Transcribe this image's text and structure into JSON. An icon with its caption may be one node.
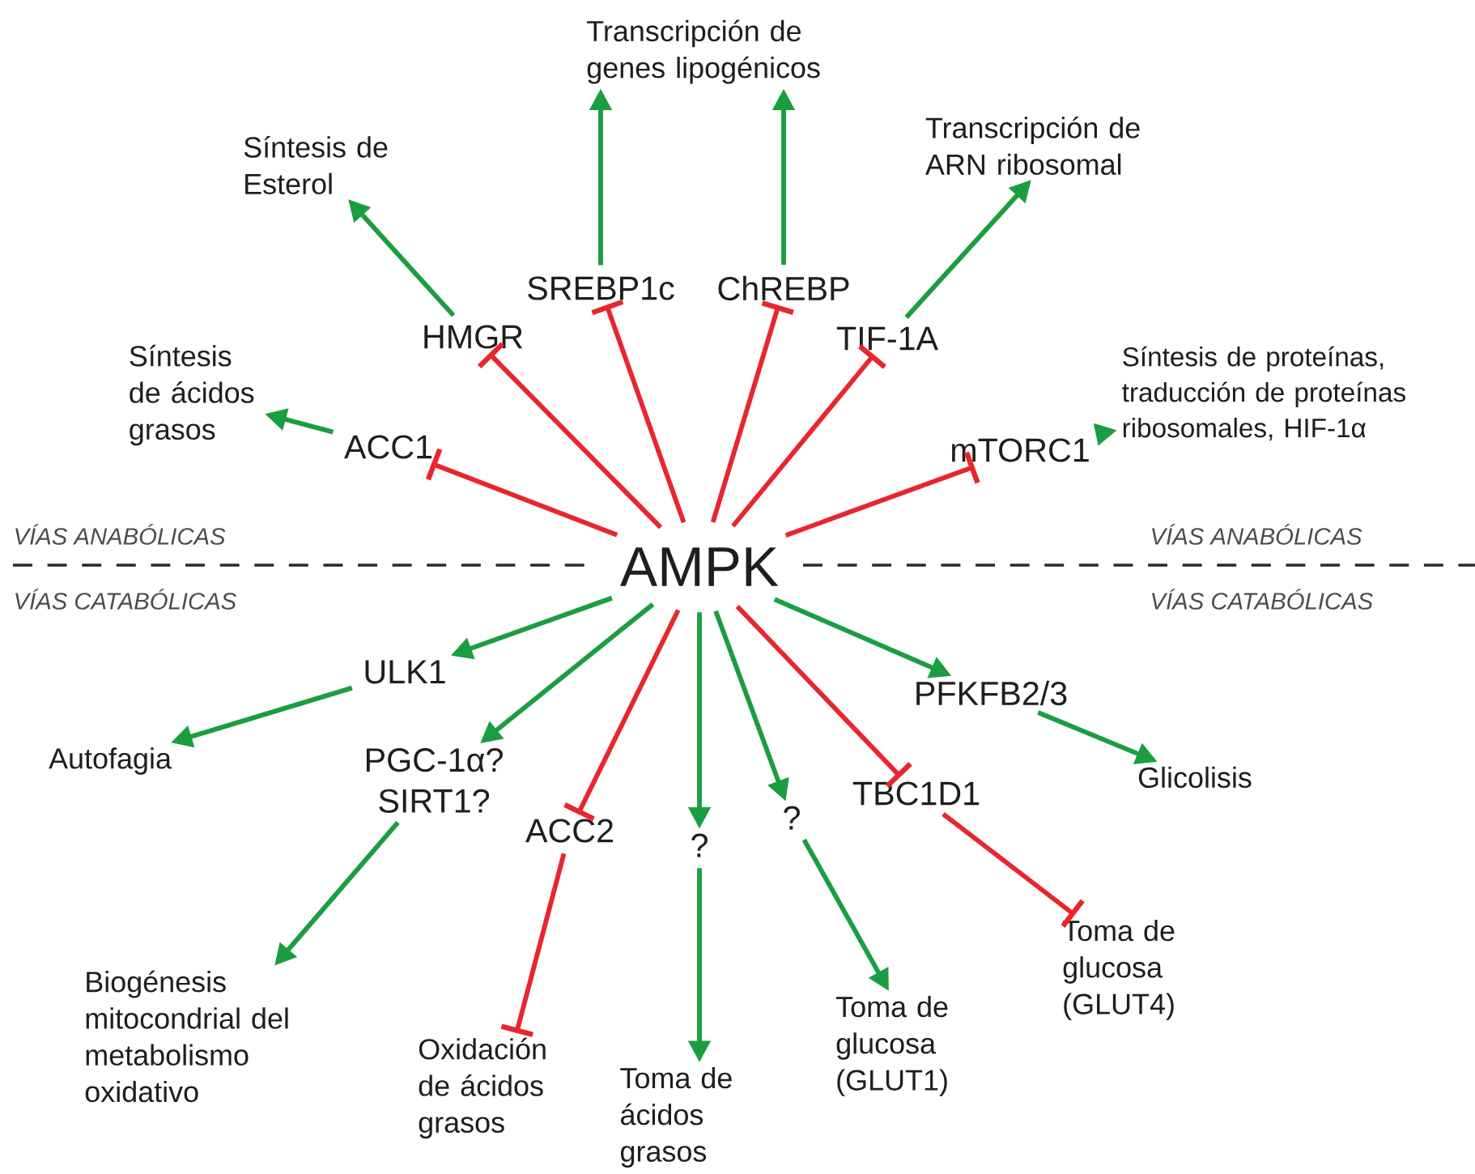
{
  "diagram": {
    "nodes": [
      {
        "text": [
          "AMPK"
        ]
      },
      {
        "text": [
          "ACC1"
        ]
      },
      {
        "text": [
          "HMGR"
        ]
      },
      {
        "text": [
          "SREBP1c"
        ]
      },
      {
        "text": [
          "ChREBP"
        ]
      },
      {
        "text": [
          "TIF-1A"
        ]
      },
      {
        "text": [
          "mTORC1"
        ]
      },
      {
        "text": [
          "Síntesis de ácidos grasos"
        ]
      },
      {
        "text": [
          "Síntesis de Esterol"
        ]
      },
      {
        "text": [
          "Transcripción de genes lipogénicos"
        ]
      },
      {
        "text": [
          "Transcripción de ARN ribosomal"
        ]
      },
      {
        "text": [
          "Síntesis de proteínas, traducción de proteínas ribosomales, HIF-1α"
        ]
      },
      {
        "text": [
          "ULK1"
        ]
      },
      {
        "text": [
          "Autofagia"
        ]
      },
      {
        "text": [
          "PGC-1α? SIRT1?"
        ]
      },
      {
        "text": [
          "ACC2"
        ]
      },
      {
        "text": [
          "?"
        ]
      },
      {
        "text": [
          "?"
        ]
      },
      {
        "text": [
          "TBC1D1"
        ]
      },
      {
        "text": [
          "PFKFB2/3"
        ]
      },
      {
        "text": [
          "Glicolisis"
        ]
      },
      {
        "text": [
          "Biogénesis mitocondrial del metabolismo oxidativo"
        ]
      },
      {
        "text": [
          "Oxidación de ácidos grasos"
        ]
      },
      {
        "text": [
          "Toma de ácidos grasos"
        ]
      },
      {
        "text": [
          "Toma de glucosa (GLUT1)"
        ]
      },
      {
        "text": [
          "Toma de glucosa (GLUT4)"
        ]
      }
    ],
    "edges": [
      {
        "from": 0,
        "to": 1,
        "arrow": "other",
        "color": "#e8262d"
      },
      {
        "from": 0,
        "to": 2,
        "arrow": "other",
        "color": "#e8262d"
      },
      {
        "from": 0,
        "to": 3,
        "arrow": "other",
        "color": "#e8262d"
      },
      {
        "from": 0,
        "to": 4,
        "arrow": "other",
        "color": "#e8262d"
      },
      {
        "from": 0,
        "to": 5,
        "arrow": "other",
        "color": "#e8262d"
      },
      {
        "from": 0,
        "to": 6,
        "arrow": "other",
        "color": "#e8262d"
      },
      {
        "from": 1,
        "to": 7,
        "arrow": "to"
      },
      {
        "from": 2,
        "to": 8,
        "arrow": "to"
      },
      {
        "from": 3,
        "to": 9,
        "arrow": "to"
      },
      {
        "from": 4,
        "to": 9,
        "arrow": "to"
      },
      {
        "from": 5,
        "to": 10,
        "arrow": "to"
      },
      {
        "from": 6,
        "to": 11,
        "arrow": "to"
      },
      {
        "from": 0,
        "to": 12,
        "arrow": "to"
      },
      {
        "from": 12,
        "to": 13,
        "arrow": "to"
      },
      {
        "from": 0,
        "to": 14,
        "arrow": "to"
      },
      {
        "from": 14,
        "to": 21,
        "arrow": "to"
      },
      {
        "from": 0,
        "to": 15,
        "arrow": "other",
        "color": "#e8262d"
      },
      {
        "from": 15,
        "to": 22,
        "arrow": "other",
        "color": "#e8262d"
      },
      {
        "from": 0,
        "to": 16,
        "arrow": "to"
      },
      {
        "from": 16,
        "to": 23,
        "arrow": "to"
      },
      {
        "from": 0,
        "to": 17,
        "arrow": "to"
      },
      {
        "from": 17,
        "to": 24,
        "arrow": "to"
      },
      {
        "from": 0,
        "to": 18,
        "arrow": "other",
        "color": "#e8262d"
      },
      {
        "from": 18,
        "to": 25,
        "arrow": "other",
        "color": "#e8262d"
      },
      {
        "from": 0,
        "to": 19,
        "arrow": "to"
      },
      {
        "from": 19,
        "to": 20,
        "arrow": "to"
      }
    ],
    "labels": [
      "VÍAS ANABÓLICAS",
      "VÍAS ANABÓLICAS",
      "VÍAS CATABÓLICAS",
      "VÍAS CATABÓLICAS"
    ]
  }
}
